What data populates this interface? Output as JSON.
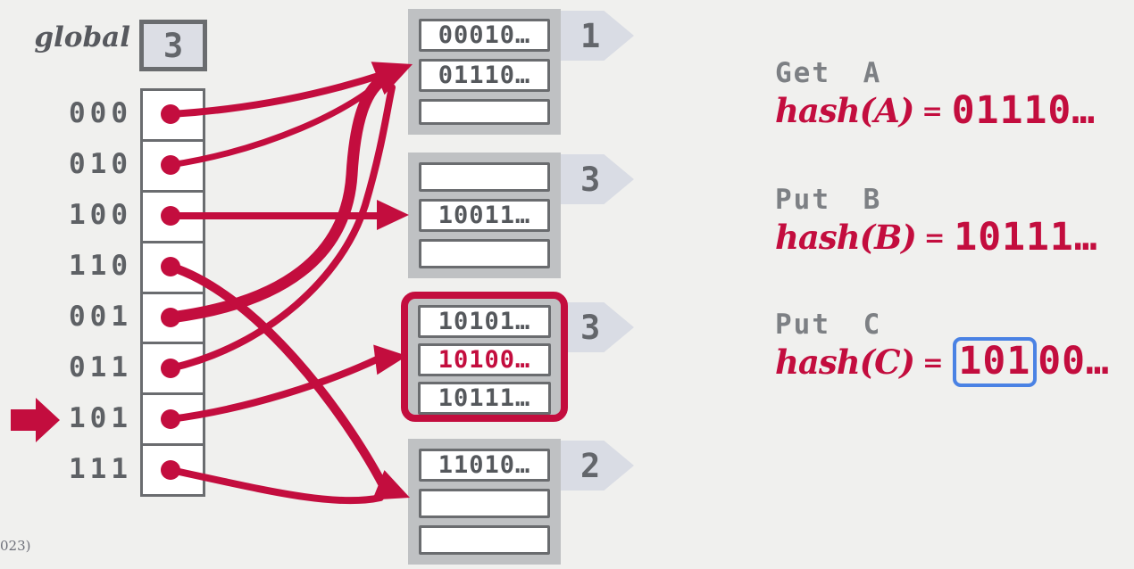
{
  "colors": {
    "background": "#f0f0ee",
    "accent_red": "#c30d3e",
    "highlight_blue": "#4a82e4",
    "bucket_fill": "#bfc1c3",
    "tag_fill": "#d9dce4",
    "border_gray": "#6a6c6f",
    "text_gray": "#7d8084"
  },
  "global": {
    "label": "global",
    "depth": "3"
  },
  "directory": {
    "entries": [
      {
        "bits": "000"
      },
      {
        "bits": "010"
      },
      {
        "bits": "100"
      },
      {
        "bits": "110"
      },
      {
        "bits": "001"
      },
      {
        "bits": "011"
      },
      {
        "bits": "101"
      },
      {
        "bits": "111"
      }
    ],
    "pointer_target": "101"
  },
  "buckets": [
    {
      "local_depth": "1",
      "highlighted": false,
      "slots": [
        {
          "text": "00010…"
        },
        {
          "text": "01110…"
        },
        {
          "text": ""
        }
      ]
    },
    {
      "local_depth": "3",
      "highlighted": false,
      "slots": [
        {
          "text": ""
        },
        {
          "text": "10011…"
        },
        {
          "text": ""
        }
      ]
    },
    {
      "local_depth": "3",
      "highlighted": true,
      "slots": [
        {
          "text": "10101…"
        },
        {
          "text": "10100…",
          "emphasis": "red"
        },
        {
          "text": "10111…"
        }
      ]
    },
    {
      "local_depth": "2",
      "highlighted": false,
      "slots": [
        {
          "text": "11010…"
        },
        {
          "text": ""
        },
        {
          "text": ""
        }
      ]
    }
  ],
  "operations": [
    {
      "verb_label": "Get A",
      "hash_label": "hash(A)",
      "equals": "=",
      "value": "01110…"
    },
    {
      "verb_label": "Put B",
      "hash_label": "hash(B)",
      "equals": "=",
      "value": "10111…"
    },
    {
      "verb_label": "Put C",
      "hash_label": "hash(C)",
      "equals": "=",
      "value_boxed": "101",
      "value_rest": "00…"
    }
  ],
  "footer": {
    "copyright_fragment": "023)"
  }
}
